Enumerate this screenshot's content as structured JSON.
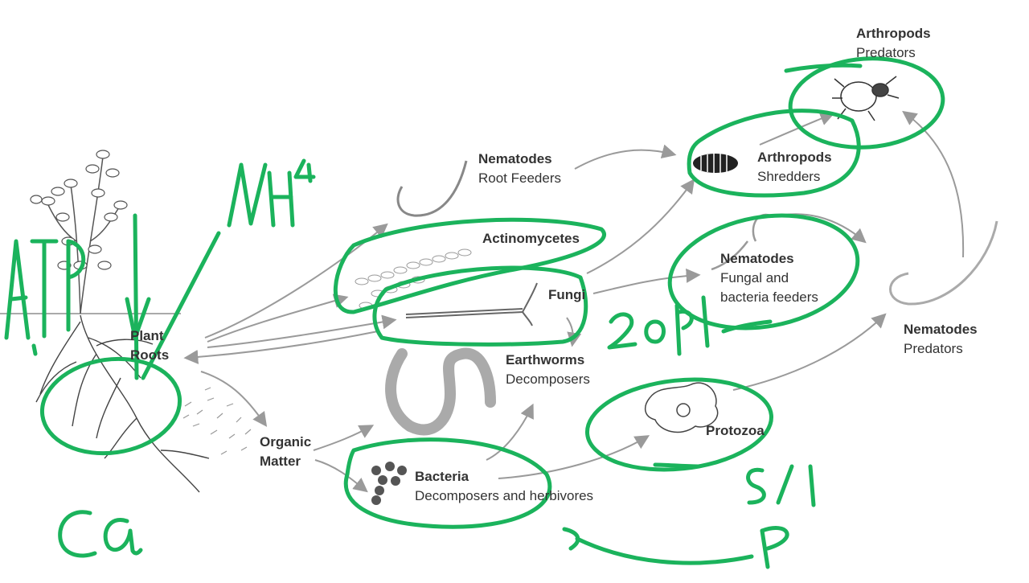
{
  "diagram": {
    "title": "",
    "nodes": [
      {
        "id": "plant-roots",
        "name": "Plant Roots",
        "role": ""
      },
      {
        "id": "organic-matter",
        "name": "Organic Matter",
        "role": ""
      },
      {
        "id": "nematodes-root",
        "name": "Nematodes",
        "role": "Root Feeders"
      },
      {
        "id": "actinomycetes",
        "name": "Actinomycetes",
        "role": ""
      },
      {
        "id": "fungi",
        "name": "Fungi",
        "role": ""
      },
      {
        "id": "earthworms",
        "name": "Earthworms",
        "role": "Decomposers"
      },
      {
        "id": "bacteria",
        "name": "Bacteria",
        "role": "Decomposers and herbivores"
      },
      {
        "id": "arthropods-shred",
        "name": "Arthropods",
        "role": "Shredders"
      },
      {
        "id": "arthropods-pred",
        "name": "Arthropods",
        "role": "Predators"
      },
      {
        "id": "nematodes-fungal",
        "name": "Nematodes",
        "role": "Fungal and bacteria feeders"
      },
      {
        "id": "protozoa",
        "name": "Protozoa",
        "role": ""
      },
      {
        "id": "nematodes-pred",
        "name": "Nematodes",
        "role": "Predators"
      }
    ],
    "edges": [
      {
        "from": "plant-roots",
        "to": "nematodes-root"
      },
      {
        "from": "plant-roots",
        "to": "actinomycetes"
      },
      {
        "from": "plant-roots",
        "to": "fungi"
      },
      {
        "from": "fungi",
        "to": "plant-roots"
      },
      {
        "from": "plant-roots",
        "to": "organic-matter"
      },
      {
        "from": "organic-matter",
        "to": "earthworms"
      },
      {
        "from": "organic-matter",
        "to": "bacteria"
      },
      {
        "from": "bacteria",
        "to": "earthworms"
      },
      {
        "from": "bacteria",
        "to": "protozoa"
      },
      {
        "from": "nematodes-root",
        "to": "arthropods-shred"
      },
      {
        "from": "actinomycetes",
        "to": "arthropods-shred"
      },
      {
        "from": "arthropods-shred",
        "to": "arthropods-pred"
      },
      {
        "from": "fungi",
        "to": "nematodes-fungal"
      },
      {
        "from": "fungi",
        "to": "earthworms"
      },
      {
        "from": "nematodes-fungal",
        "to": "nematodes-pred"
      },
      {
        "from": "protozoa",
        "to": "nematodes-pred"
      },
      {
        "from": "nematodes-pred",
        "to": "arthropods-pred"
      }
    ],
    "annotations": [
      "ATP",
      "NH4",
      "Ca",
      "2oP",
      "S/1",
      "P"
    ],
    "colors": {
      "ink": "#333333",
      "arrow": "#9a9a9a",
      "marker": "#1bb35c"
    }
  }
}
